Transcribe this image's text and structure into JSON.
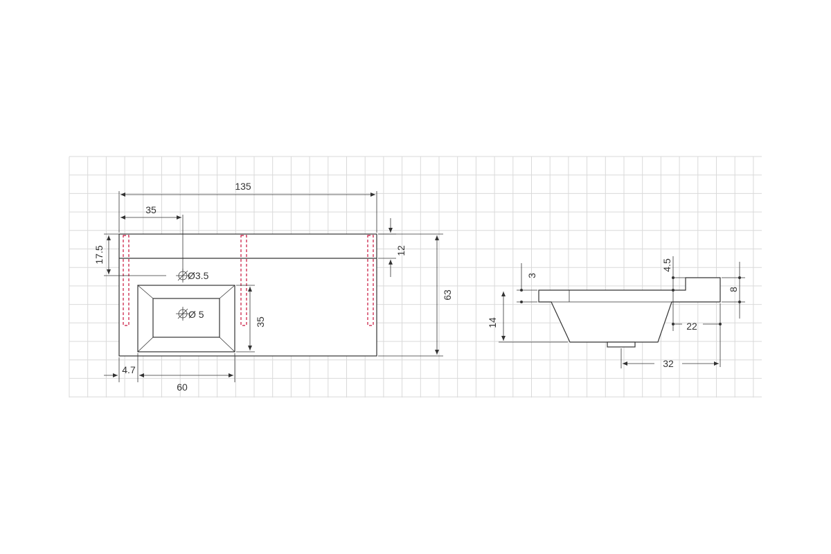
{
  "plan_view": {
    "overall_width": "135",
    "offset_left": "35",
    "depth_left": "17.5",
    "strip_depth": "12",
    "overall_depth": "63",
    "tap_hole": "Ø3.5",
    "drain_hole": "Ø 5",
    "basin_depth": "35",
    "edge_margin": "4.7",
    "basin_width": "60"
  },
  "side_view": {
    "top_thickness": "3",
    "notch_height": "4.5",
    "back_height": "8",
    "bowl_depth": "14",
    "back_offset": "22",
    "drain_offset": "32"
  },
  "colors": {
    "line": "#333333",
    "hidden": "#c8103a",
    "grid": "#d9d9d9"
  }
}
